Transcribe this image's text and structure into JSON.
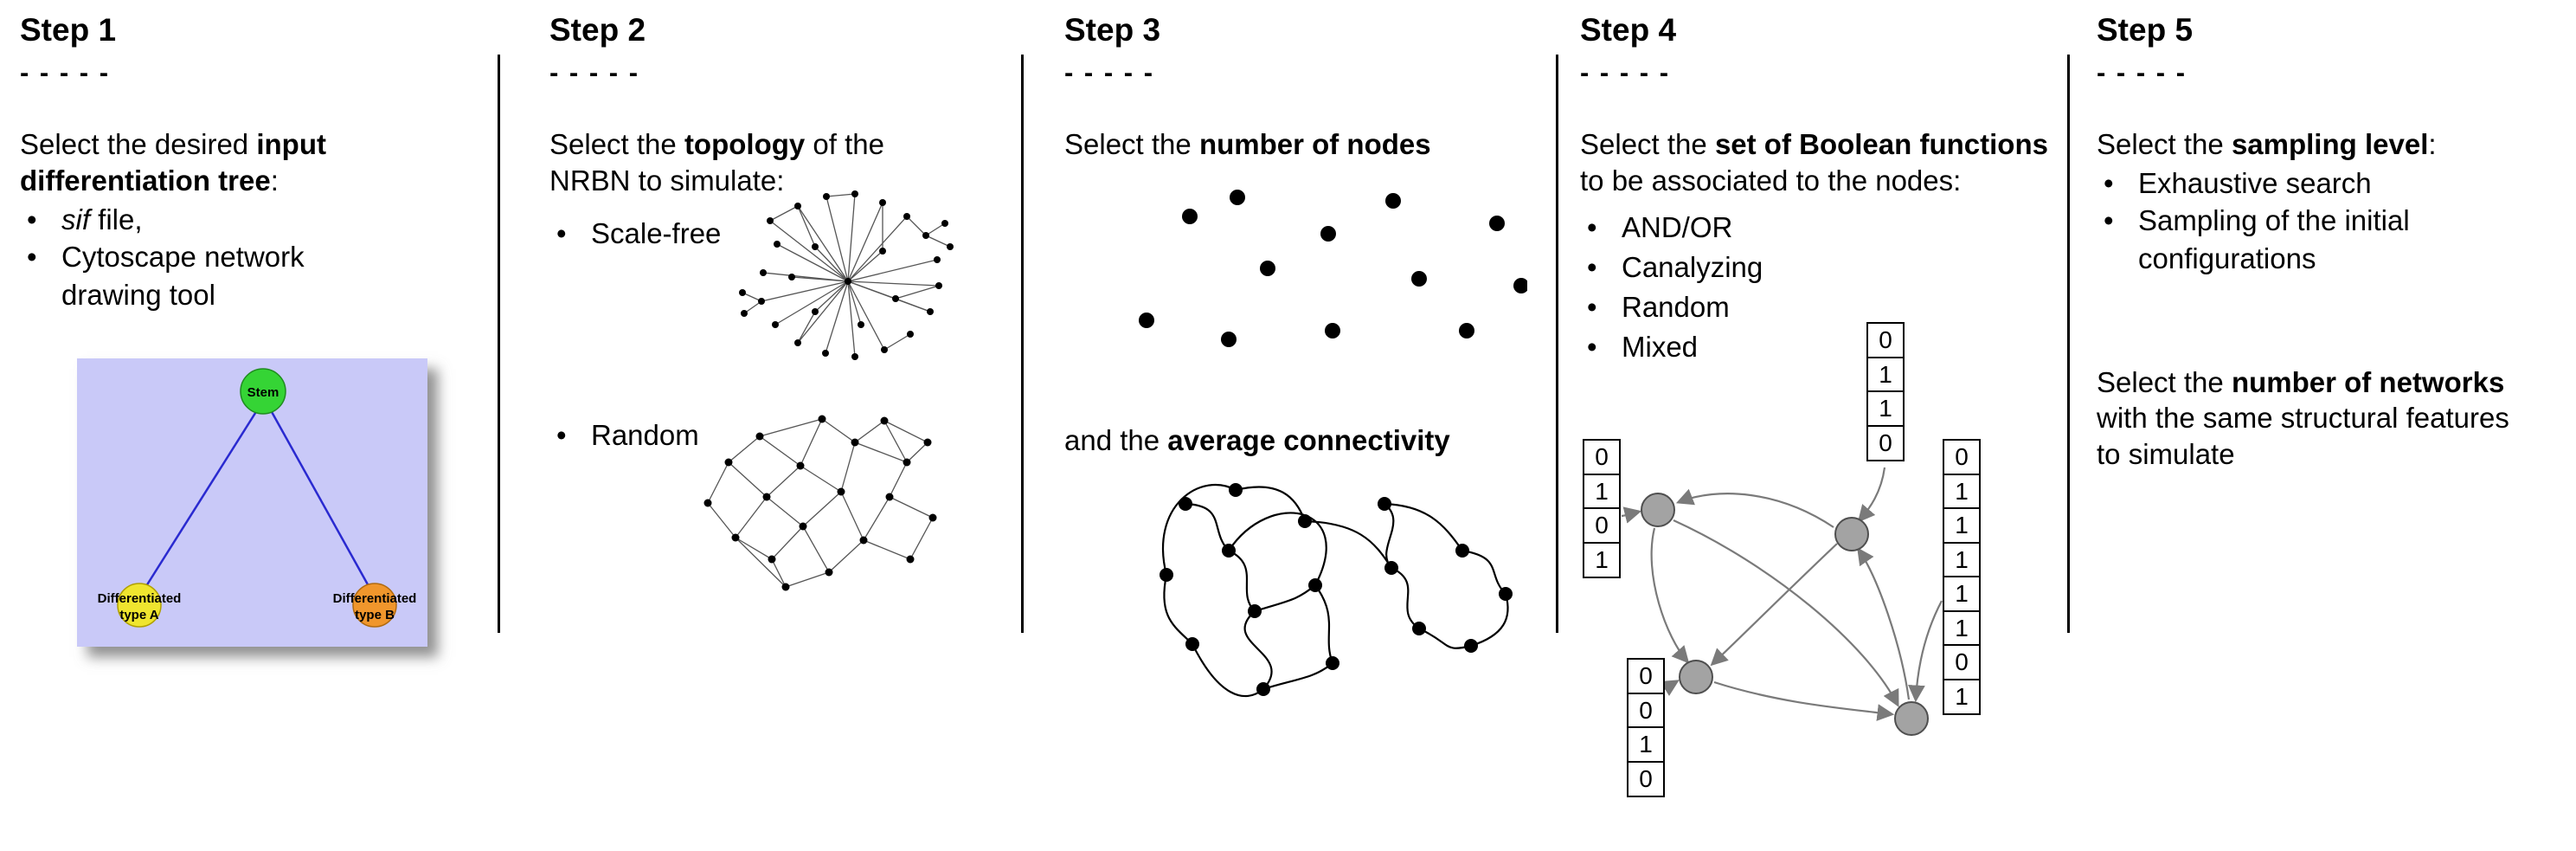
{
  "figure": {
    "steps": [
      {
        "title": "Step 1",
        "dashes": "- - - - -",
        "intro": {
          "pre": "Select the desired ",
          "bold": "input differentiation tree",
          "post": ":"
        },
        "options": [
          {
            "italic": "sif",
            "rest": " file,"
          },
          {
            "text": "Cytoscape network drawing tool"
          }
        ],
        "tree": {
          "stem_label": "Stem",
          "node_a_line1": "Differentiated",
          "node_a_line2": "type A",
          "node_b_line1": "Differentiated",
          "node_b_line2": "type B",
          "colors": {
            "background": "#c9c9f8",
            "stem": "#35d435",
            "node_a": "#efe52f",
            "node_b": "#f0962c",
            "edge": "#2a2ad0"
          }
        }
      },
      {
        "title": "Step 2",
        "dashes": "- - - - -",
        "intro": {
          "pre": "Select the ",
          "bold": "topology",
          "post": " of the NRBN to simulate:"
        },
        "options": [
          {
            "text": "Scale-free"
          },
          {
            "text": "Random"
          }
        ]
      },
      {
        "title": "Step 3",
        "dashes": "- - - - -",
        "line1": {
          "pre": "Select the ",
          "bold": "number of nodes",
          "post": ""
        },
        "line2": {
          "pre": "and the ",
          "bold": "average connectivity",
          "post": ""
        }
      },
      {
        "title": "Step 4",
        "dashes": "- - - - -",
        "intro": {
          "pre": "Select the ",
          "bold": "set of Boolean functions",
          "post": " to be associated to the nodes:"
        },
        "options": [
          {
            "text": "AND/OR"
          },
          {
            "text": "Canalyzing"
          },
          {
            "text": "Random"
          },
          {
            "text": "Mixed"
          }
        ],
        "truth_tables": {
          "left": [
            "0",
            "1",
            "0",
            "1"
          ],
          "top": [
            "0",
            "1",
            "1",
            "0"
          ],
          "right": [
            "0",
            "1",
            "1",
            "1",
            "1",
            "1",
            "0",
            "1"
          ],
          "bottom": [
            "0",
            "0",
            "1",
            "0"
          ]
        }
      },
      {
        "title": "Step 5",
        "dashes": "- - - - -",
        "intro": {
          "pre": "Select the ",
          "bold": "sampling level",
          "post": ":"
        },
        "options": [
          {
            "text": "Exhaustive search"
          },
          {
            "text": "Sampling of the initial configurations"
          }
        ],
        "second": {
          "pre": "Select the ",
          "bold": "number of networks",
          "post": " with the same structural features to simulate"
        }
      }
    ]
  }
}
